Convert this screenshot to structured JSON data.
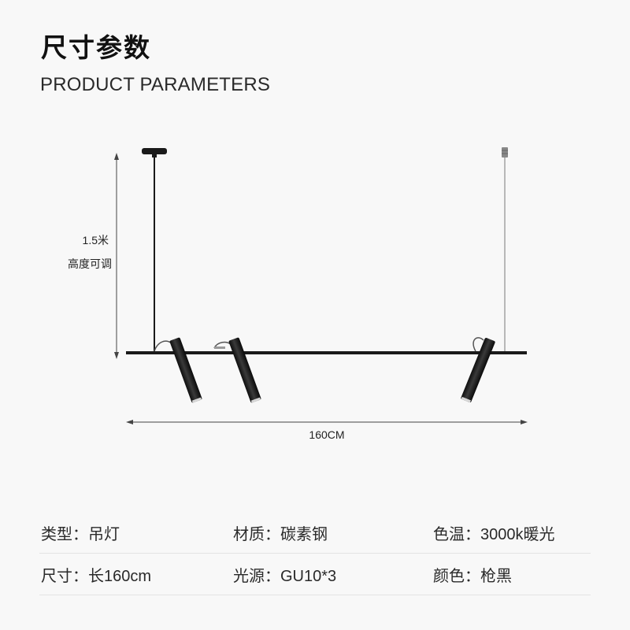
{
  "header": {
    "title_zh": "尺寸参数",
    "title_en": "PRODUCT PARAMETERS"
  },
  "dimensions": {
    "height_value": "1.5米",
    "height_note": "高度可调",
    "width_value": "160CM"
  },
  "specs": [
    [
      {
        "label": "类型：",
        "value": "吊灯"
      },
      {
        "label": "材质：",
        "value": "碳素钢"
      },
      {
        "label": "色温：",
        "value": "3000k暖光"
      }
    ],
    [
      {
        "label": "尺寸：",
        "value": "长160cm"
      },
      {
        "label": "光源：",
        "value": "GU10*3"
      },
      {
        "label": "颜色：",
        "value": "枪黑"
      }
    ]
  ],
  "colors": {
    "background": "#f8f8f8",
    "fixture": "#1a1a1a",
    "dimension_line": "#444444",
    "divider": "#e3e3e3"
  }
}
